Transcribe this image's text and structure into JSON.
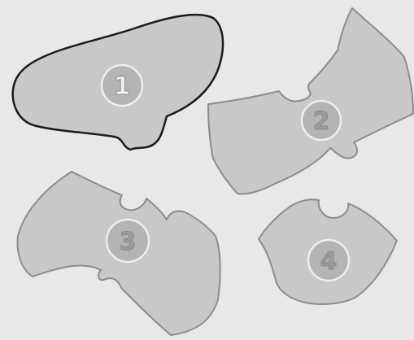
{
  "puzzle": {
    "pieces": [
      {
        "id": "piece-1",
        "number": "1",
        "selected": true
      },
      {
        "id": "piece-2",
        "number": "2",
        "selected": false
      },
      {
        "id": "piece-3",
        "number": "3",
        "selected": false
      },
      {
        "id": "piece-4",
        "number": "4",
        "selected": false
      }
    ]
  },
  "colors": {
    "background": "#e8e8e8",
    "piece_fill": "#c8c8c8",
    "piece_stroke": "#8c8c8c",
    "selected_stroke": "#1a1a1a",
    "badge_fill": "#b4b4b4",
    "badge_ring": "#eeeeee",
    "number_light": "#f2f2f2",
    "number_dark": "#9a9a9a"
  }
}
